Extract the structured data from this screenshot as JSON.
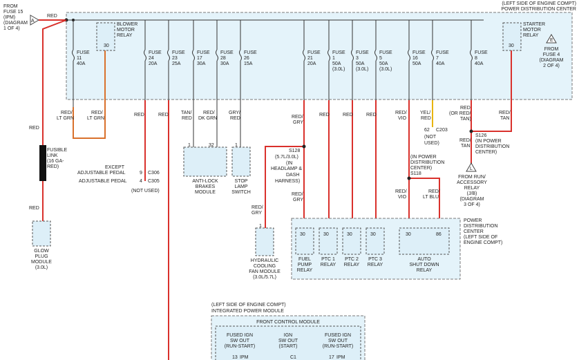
{
  "header": {
    "line1": "(LEFT SIDE OF ENGINE COMPT)",
    "line2": "POWER DISTRIBUTION CENTER"
  },
  "from_fuse15": {
    "line1": "FROM",
    "line2": "FUSE 15",
    "line3": "(IPM)",
    "line4": "(DIAGRAM",
    "line5": "1 OF 4)",
    "connector": "A",
    "wire": "RED"
  },
  "blower_relay": {
    "line1": "BLOWER",
    "line2": "MOTOR",
    "line3": "RELAY",
    "pin": "30"
  },
  "starter_relay": {
    "line1": "STARTER",
    "line2": "MOTOR",
    "line3": "RELAY",
    "pin": "30"
  },
  "from_fuse4": {
    "connector": "E",
    "line1": "FROM",
    "line2": "FUSE 4",
    "line3": "(DIAGRAM",
    "line4": "2 OF 4)"
  },
  "fuses": [
    {
      "name": "FUSE",
      "num": "11",
      "amp": "40A",
      "note": ""
    },
    {
      "name": "FUSE",
      "num": "24",
      "amp": "20A",
      "note": ""
    },
    {
      "name": "FUSE",
      "num": "23",
      "amp": "25A",
      "note": ""
    },
    {
      "name": "FUSE",
      "num": "17",
      "amp": "30A",
      "note": ""
    },
    {
      "name": "FUSE",
      "num": "28",
      "amp": "30A",
      "note": ""
    },
    {
      "name": "FUSE",
      "num": "26",
      "amp": "15A",
      "note": ""
    },
    {
      "name": "FUSE",
      "num": "21",
      "amp": "20A",
      "note": ""
    },
    {
      "name": "FUSE",
      "num": "1",
      "amp": "50A",
      "note": "(3.0L)"
    },
    {
      "name": "FUSE",
      "num": "3",
      "amp": "50A",
      "note": "(3.0L)"
    },
    {
      "name": "FUSE",
      "num": "5",
      "amp": "50A",
      "note": "(3.0L)"
    },
    {
      "name": "FUSE",
      "num": "16",
      "amp": "50A",
      "note": ""
    },
    {
      "name": "FUSE",
      "num": "7",
      "amp": "40A",
      "note": ""
    },
    {
      "name": "FUSE",
      "num": "8",
      "amp": "40A",
      "note": ""
    }
  ],
  "wire_labels": {
    "red_ltgrn_1": {
      "l1": "RED/",
      "l2": "LT GRN"
    },
    "red_ltgrn_2": {
      "l1": "RED/",
      "l2": "LT GRN"
    },
    "red_24": "RED",
    "red_23": "RED",
    "tan_red": {
      "l1": "TAN/",
      "l2": "RED"
    },
    "red_dkgrn": {
      "l1": "RED/",
      "l2": "DK GRN"
    },
    "gry_red": {
      "l1": "GRY/",
      "l2": "RED"
    },
    "red_gry_21": {
      "l1": "RED/",
      "l2": "GRY"
    },
    "red_1": "RED",
    "red_3": "RED",
    "red_5": "RED",
    "red_vio_16": {
      "l1": "RED/",
      "l2": "VIO"
    },
    "yel_red": {
      "l1": "YEL/",
      "l2": "RED"
    },
    "red_or_redtan": {
      "l1": "RED",
      "l2": "(OR RED/",
      "l3": "TAN)"
    },
    "red_tan_starter": {
      "l1": "RED/",
      "l2": "TAN"
    },
    "red_left": "RED",
    "red_left2": "RED",
    "red_tan_s126": {
      "l1": "RED/",
      "l2": "TAN"
    },
    "red_gry_s128": {
      "l1": "RED/",
      "l2": "GRY"
    },
    "red_gry_hyd": {
      "l1": "RED/",
      "l2": "GRY"
    },
    "red_vio_s118": {
      "l1": "RED/",
      "l2": "VIO"
    },
    "red_ltblu": {
      "l1": "RED/",
      "l2": "LT BLU"
    }
  },
  "fusible_link": {
    "l1": "FUSIBLE",
    "l2": "LINK",
    "l3": "(16 GA-",
    "l4": "RED)"
  },
  "glow_plug": {
    "l1": "GLOW",
    "l2": "PLUG",
    "l3": "MODULE",
    "l4": "(3.0L)"
  },
  "pedal": {
    "except": "EXCEPT",
    "adjustable1": "ADJUSTABLE PEDAL",
    "adjustable2": "ADJUSTABLE PEDAL",
    "pin9": "9",
    "pin4": "4",
    "c306": "C306",
    "c305": "C305",
    "not_used": "(NOT USED)"
  },
  "abs": {
    "pin1": "1",
    "pin32": "32",
    "l1": "ANTI-LOCK",
    "l2": "BRAKES",
    "l3": "MODULE"
  },
  "stop_lamp": {
    "pin": "1",
    "l1": "STOP",
    "l2": "LAMP",
    "l3": "SWITCH"
  },
  "s128": {
    "l1": "S128",
    "l2": "(5.7L/3.0L)",
    "l3": "(IN",
    "l4": "HEADLAMP &",
    "l5": "DASH",
    "l6": "HARNESS)"
  },
  "hyd_fan": {
    "pin": "1",
    "l1": "HYDRAULIC",
    "l2": "COOLING",
    "l3": "FAN MODULE",
    "l4": "(3.0L/5.7L)"
  },
  "c203": {
    "pin": "62",
    "conn": "C203",
    "l1": "(NOT",
    "l2": "USED)"
  },
  "s118": {
    "l1": "(IN POWER",
    "l2": "DISTRIBUTION",
    "l3": "CENTER)",
    "l4": "S118"
  },
  "s126": {
    "l1": "S126",
    "l2": "(IN POWER",
    "l3": "DISTRIBUTION",
    "l4": "CENTER)"
  },
  "from_run": {
    "connector": "L",
    "l1": "FROM RUN/",
    "l2": "ACCESSORY",
    "l3": "RELAY",
    "l4": "(J/B)",
    "l5": "(DIAGRAM",
    "l6": "3 OF 4)"
  },
  "pdc_lower": {
    "l1": "POWER",
    "l2": "DISTRIBUTION",
    "l3": "CENTER",
    "l4": "(LEFT SIDE OF",
    "l5": "ENGINE COMPT)"
  },
  "relays": [
    {
      "pin": "30",
      "l1": "FUEL",
      "l2": "PUMP",
      "l3": "RELAY"
    },
    {
      "pin": "30",
      "l1": "PTC 1",
      "l2": "RELAY",
      "l3": ""
    },
    {
      "pin": "30",
      "l1": "PTC 2",
      "l2": "RELAY",
      "l3": ""
    },
    {
      "pin": "30",
      "l1": "PTC 3",
      "l2": "RELAY",
      "l3": ""
    }
  ],
  "asd": {
    "pin30": "30",
    "pin86": "86",
    "l1": "AUTO",
    "l2": "SHUT DOWN",
    "l3": "RELAY"
  },
  "ipm": {
    "l1": "(LEFT SIDE OF ENGINE COMPT)",
    "l2": "INTEGRATED POWER MODULE",
    "fcm": "FRONT CONTROL MODULE",
    "sw1": {
      "l1": "FUSED IGN",
      "l2": "SW OUT",
      "l3": "(RUN-START)",
      "pin": "13",
      "conn": "IPM"
    },
    "sw2": {
      "l1": "IGN",
      "l2": "SW OUT",
      "l3": "(START)",
      "pin": "",
      "conn": "C1"
    },
    "sw3": {
      "l1": "FUSED IGN",
      "l2": "SW OUT",
      "l3": "(RUN-START)",
      "pin": "17",
      "conn": "IPM"
    }
  }
}
